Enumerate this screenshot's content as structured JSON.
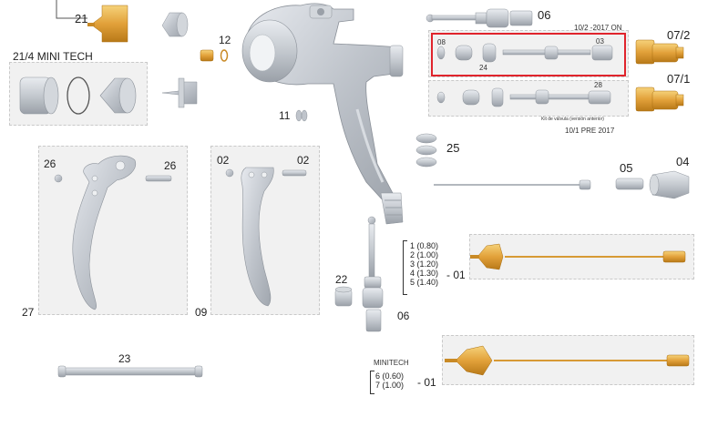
{
  "diagram": {
    "labels": {
      "p21": "21",
      "mini_tech": "21/4 MINI TECH",
      "p12": "12",
      "p11": "11",
      "p06_top": "06",
      "p07_2": "07/2",
      "p07_1": "07/1",
      "p08": "08",
      "p03": "03",
      "p24": "24",
      "p28": "28",
      "version_2017_on": "10/2 -2017 ON",
      "version_pre_2017": "10/1 PRE 2017",
      "valve_kit_note": "Kit de válvula (versión anterior)",
      "p25": "25",
      "p04": "04",
      "p05": "05",
      "p26_left": "26",
      "p26_right": "26",
      "p27": "27",
      "p02_left": "02",
      "p02_right": "02",
      "p09": "09",
      "p22": "22",
      "p06_bottom": "06",
      "p23": "23",
      "p01_a": "- 01",
      "p01_b": "- 01",
      "minitech": "MINITECH"
    },
    "nozzle_sizes_standard": [
      "1 (0.80)",
      "2 (1.00)",
      "3 (1.20)",
      "4 (1.30)",
      "5 (1.40)"
    ],
    "nozzle_sizes_minitech": [
      "6 (0.60)",
      "7 (1.00)"
    ],
    "colors": {
      "gold": "#e2a13a",
      "grey": "#bfc4cb",
      "highlight": "#e0242c",
      "panel": "#f1f1f1"
    }
  }
}
